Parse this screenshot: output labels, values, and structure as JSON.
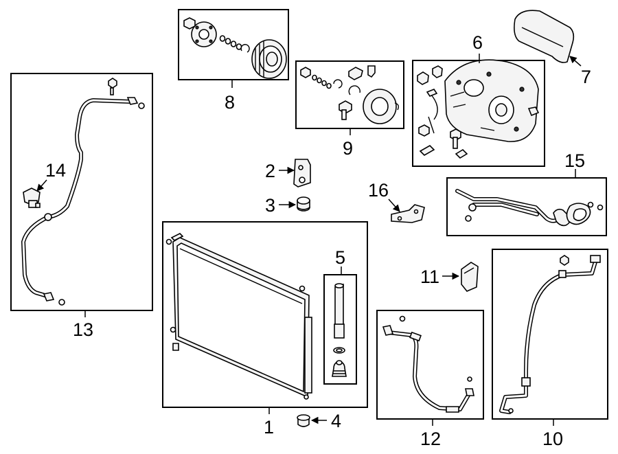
{
  "callouts": {
    "c1": "1",
    "c2": "2",
    "c3": "3",
    "c4": "4",
    "c5": "5",
    "c6": "6",
    "c7": "7",
    "c8": "8",
    "c9": "9",
    "c10": "10",
    "c11": "11",
    "c12": "12",
    "c13": "13",
    "c14": "14",
    "c15": "15",
    "c16": "16"
  },
  "colors": {
    "line": "#000000",
    "background": "#ffffff",
    "part_fill": "#f4f4f4"
  },
  "icons": [
    "condenser",
    "bracket",
    "cap",
    "receiver-drier",
    "compressor",
    "pad",
    "clutch-pulley",
    "coil-kit",
    "hose",
    "pressure-switch",
    "pipe"
  ]
}
